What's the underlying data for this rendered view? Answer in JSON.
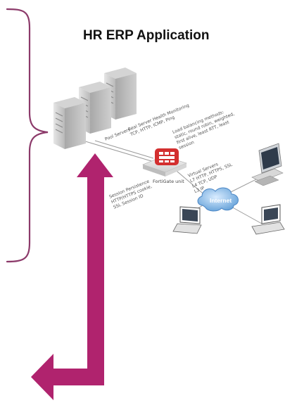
{
  "title": "HR ERP Application",
  "colors": {
    "bracket": "#8c3a6a",
    "arrow": "#b0236e",
    "fortigate_red": "#d32f2f",
    "cloud": "#5b9bd5"
  },
  "diagram": {
    "pool_servers": "Pool Servers",
    "health_monitoring": [
      "Real Server Health Monitoring",
      "TCP, HTTP, ICMP, Ping"
    ],
    "load_balancing": [
      "Load balancing methods:",
      "static, round robin, weighted,",
      "first alive, least RTT, least",
      "session"
    ],
    "persistence": [
      "Session Persistence",
      "HTTP/HTTPS cookie,",
      "SSL Session ID"
    ],
    "virtual_servers": [
      "Virtual Servers",
      "L7 HTTP, HTTPS, SSL",
      "L4 TCP, UDP",
      "L3 IP"
    ],
    "fortigate_label": "FortiGate unit",
    "internet_label": "Internet"
  }
}
